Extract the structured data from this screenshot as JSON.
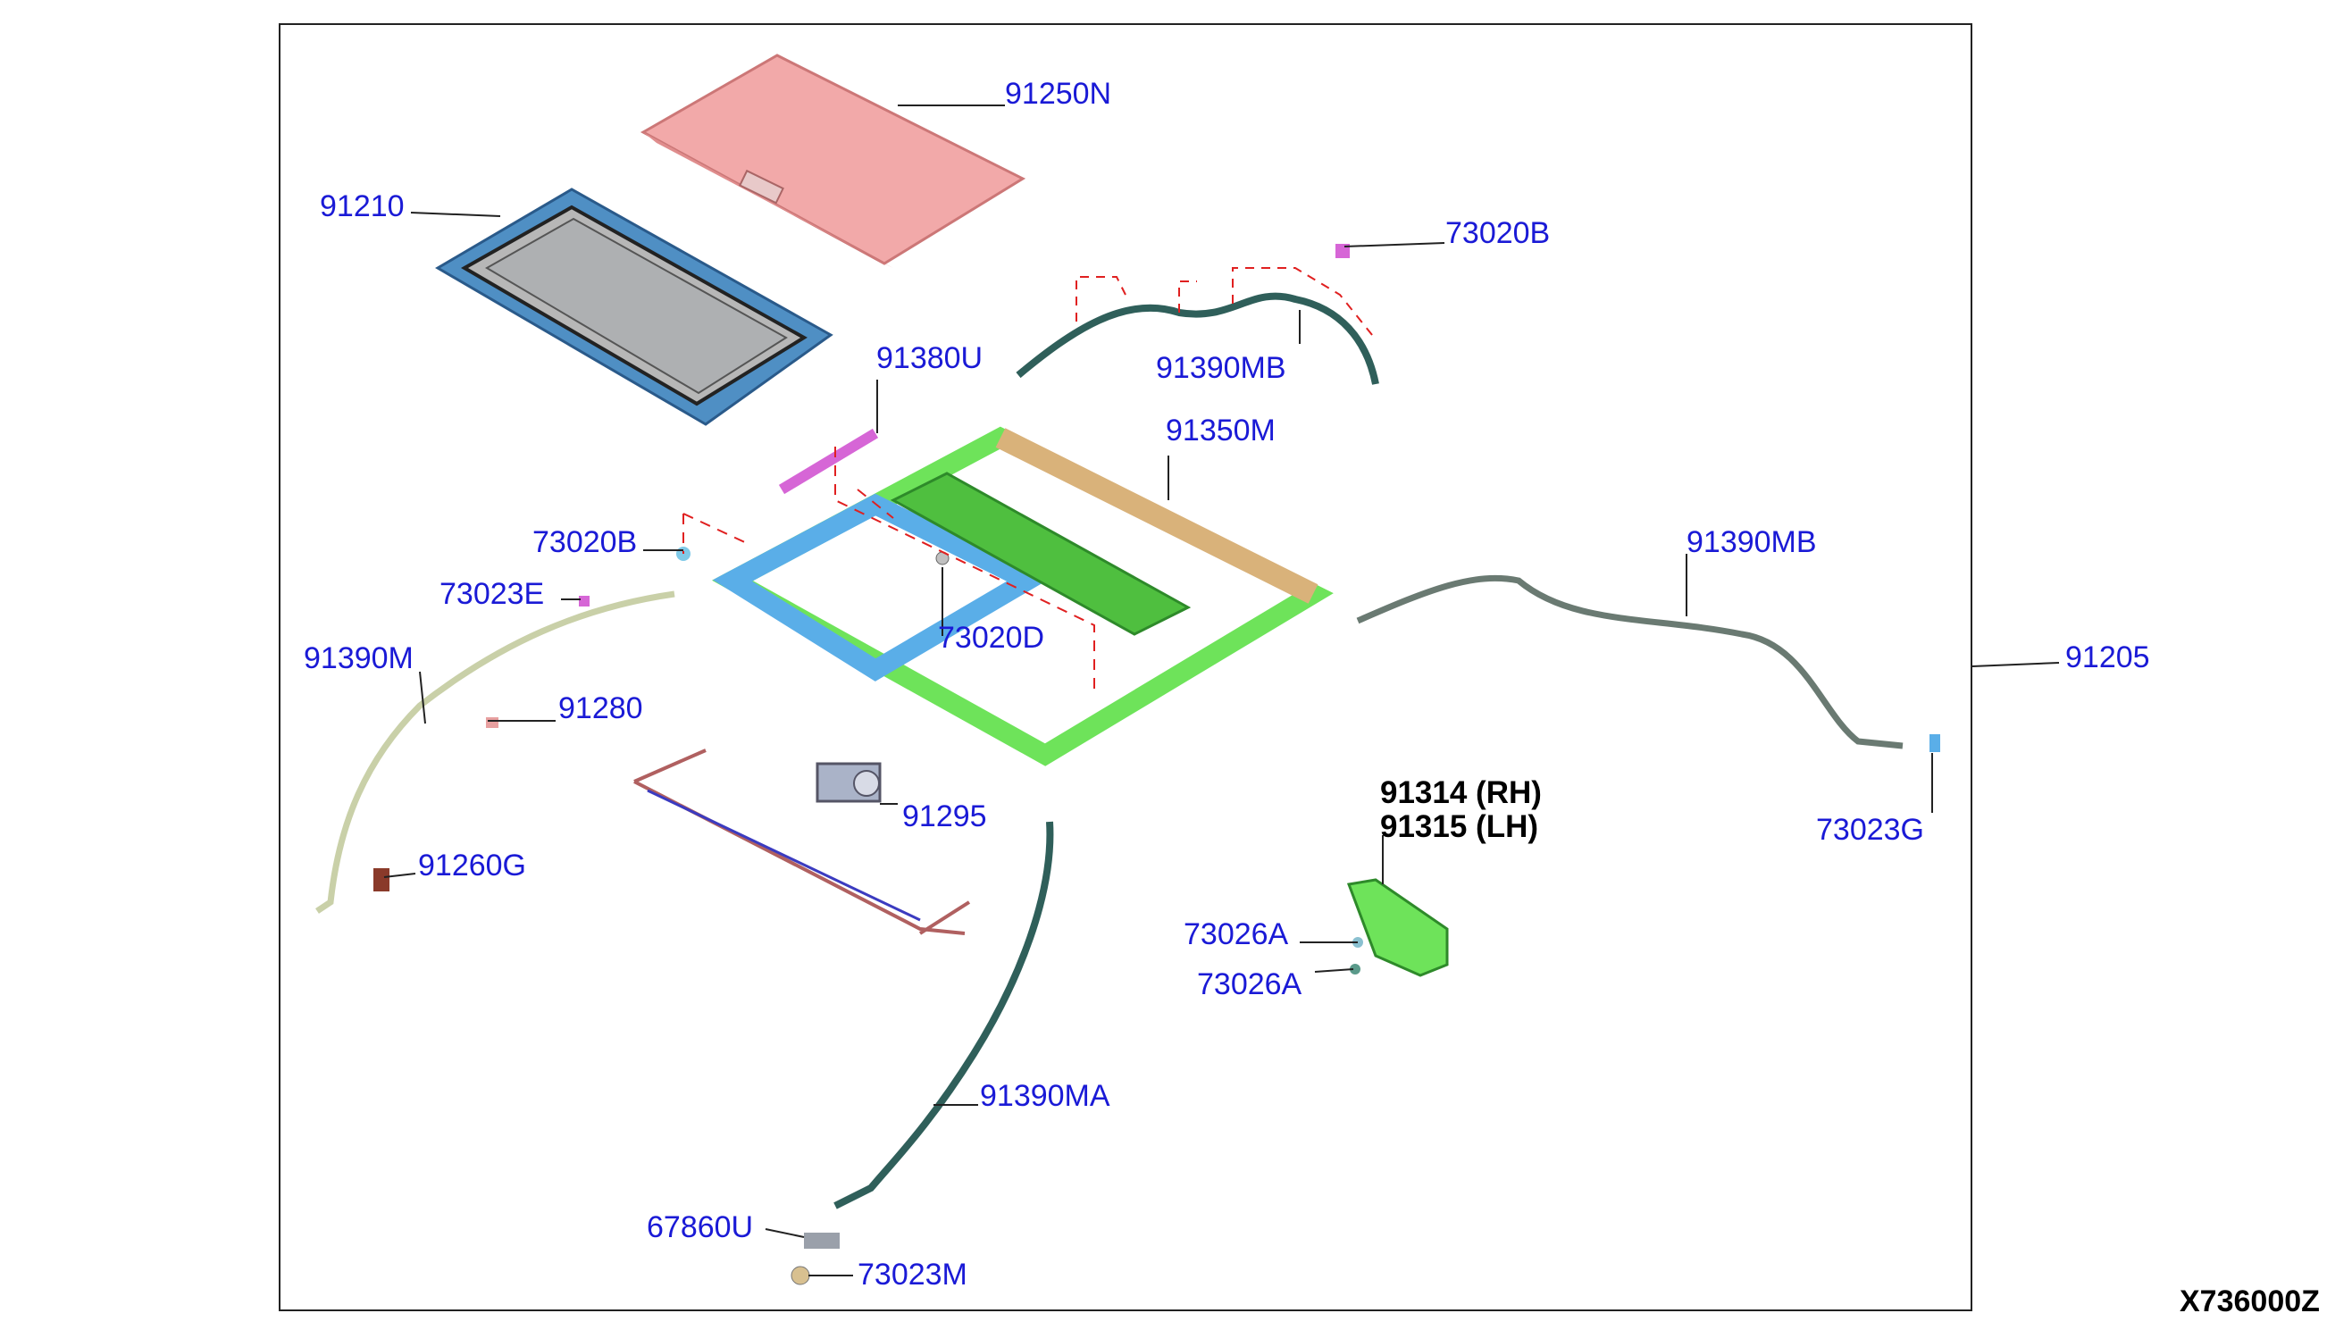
{
  "diagram_code": "X736000Z",
  "labels": {
    "p91250N": "91250N",
    "p91210": "91210",
    "p73020B_top": "73020B",
    "p91380U": "91380U",
    "p91390MB_top": "91390MB",
    "p91350M": "91350M",
    "p73020B_left": "73020B",
    "p73023E": "73023E",
    "p91390M": "91390M",
    "p91280": "91280",
    "p73020D": "73020D",
    "p91390MB_right": "91390MB",
    "p91205": "91205",
    "p91295": "91295",
    "p91260G": "91260G",
    "p91314": "91314 (RH)",
    "p91315": "91315 (LH)",
    "p73023G": "73023G",
    "p73026A_1": "73026A",
    "p73026A_2": "73026A",
    "p91390MA": "91390MA",
    "p67860U": "67860U",
    "p73023M": "73023M"
  },
  "colors": {
    "label": "#1a1ad6",
    "glass_panel": "#f2a9a9",
    "sunshade_seal": "#4f8fc4",
    "frame_green": "#6ee35a",
    "frame_blue": "#5aaee8",
    "rear_bar": "#d9b27a",
    "drain_hose": "#2f5f5a",
    "deflector": "#d666d6",
    "motor": "#aab3c8",
    "dashed": "#e02020"
  }
}
